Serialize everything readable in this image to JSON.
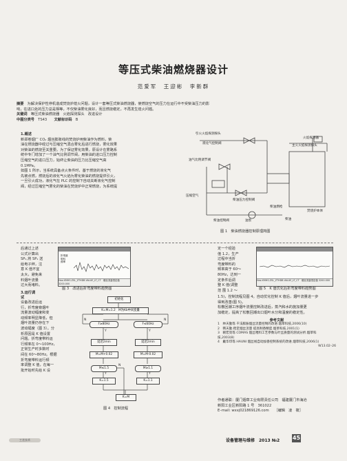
{
  "title": "等压式柴油燃烧器设计",
  "authors": "范爱军　王迎彬　李新群",
  "abstract": {
    "label": "摘要",
    "line1": "为解决保护性停机造成焚烧炉熄火问题，设计一套等压式柴油燃烧器，使燃烧空气的压力在运行中不受柴油压力的影",
    "line2": "响，在进口处的压力总是相等，不仅柴油雾化良好，而且燃烧稳定，不再发生熄火问题。"
  },
  "keywords": {
    "label": "关键词",
    "text": "等压式柴油燃烧器　火焰探测探头　改进设计"
  },
  "classification": {
    "label": "中图分类号",
    "code": "TS43",
    "doc_label": "文献标识码",
    "doc_code": "B"
  },
  "section1": {
    "heading": "1.概述",
    "p1": [
      "新郑卷烟厂 CO₂ 烟丝膨胀线的焚烧炉用柴油作为燃料，柴",
      "油在燃烧器中经过与压缩空气混合雾化后进行燃烧，雾化效果",
      "对柴油的燃烧至关重要。为了保证雾化效果，原设计在雾路系",
      "统中专门增加了一个油气比例调节阀，用柴油的进口压力控制",
      "压缩空气的进口压力，始终让柴油的压力比压缩空气高",
      "0.1MPa。"
    ],
    "p2": [
      "如图 1 所示，当系统具备点火条件时，基于燃烧的液化气",
      "先被点燃，燃烧后的液化气火焰为雾化柴油的燃烧提供引火，",
      "一旦引火成功，液化气在 PLC 的控制下自动关断液化气控制",
      "阀，经过压缩空气雾化的柴油在焚烧炉中正常燃烧，为系统提"
    ]
  },
  "fig1": {
    "caption": "图 1　柴油燃烧器控制原理简图",
    "labels": {
      "flame_probe_left": "引火火焰探测探头",
      "gas_control_valve": "液化气控制阀",
      "flame_probe_right": "火焰探测器",
      "main_probe": "主火火焰探测探头",
      "oil_gas_ratio_valve": "油气比例调节阀",
      "compressed_air": "压缩空气",
      "diesel_pressure_valve": "柴油压力控制阀",
      "oil_pump": "油泵",
      "diesel_control_valve": "柴油控制阀",
      "diesel_gun": "柴油燃枪",
      "incinerator_body": "焚烧炉本体",
      "diesel": "柴油"
    }
  },
  "col_left": {
    "lines": [
      "后通过上述",
      "公式计算出",
      "SP₁,将 SP₁ 送",
      "给电子秤，注",
      "意 K 值不宜",
      "太大，避免来",
      "料烟叶流量",
      "过大而堵料。"
    ],
    "sub_heading": "3.运行调",
    "sub_heading2": "试",
    "lines2": [
      "设备改进后运",
      "行，折弯度旁烟叶",
      "流量波动幅度和变",
      "动频率明显降低，但",
      "烟叶流量仍存在下",
      "波动幅度（图 3）。分",
      "析原因是 K 值设置",
      "问题。折弯度带料运",
      "行频率在 0～100Hz，",
      "正常生产时多数时",
      "间在 60～80Hz。根据",
      "折弯度带料运行频",
      "率调整 K 值，在每一",
      "批开始时先给 K 设"
    ]
  },
  "fig3": {
    "caption": "图 3　改进后折弯度带料趋势图",
    "panel_label": [
      "折弯度",
      "带料",
      "频率"
    ],
    "footer": "Has:XMHS.ZSL_ZTHDB.VALUE_LT_CT　烟丝流量恒定值 3200.000"
  },
  "fig4": {
    "caption": "图 4　控制流程",
    "nodes": {
      "start": "初始化",
      "init": "K=M=1.2　M为Kb中间变量",
      "cond1": "F≥80Hz",
      "cond2": "F≤60Hz",
      "delay1": "延迟2min",
      "delay2": "延迟2min",
      "calc1": "M=M+0.02",
      "calc2": "M=M-0.02",
      "check1": "M≤1.5",
      "check2": "M≥1.1",
      "assign1": "K=1.5",
      "assign2": "K=1.1",
      "assign3": "K=M",
      "yes": "Y",
      "no": "N"
    }
  },
  "col_right": {
    "lines": [
      "定一个经验",
      "值 1.2，生产",
      "过程中当折",
      "弯度带料的",
      "频率高于 60～",
      "80Hz，达到一",
      "定条件后调",
      "整 K 值(调整",
      "范 围 1.2 ～"
    ],
    "p2": [
      "1.5)，控制流程见图 4。自动优化控制 K 值后，烟叶流量进一步",
      "得到改善(图 5)。"
    ],
    "p3": [
      "松散回潮工序烟叶流量控制改进后，蒸汽和水的施加量更",
      "加稳定，提高了松散回潮出口烟叶水分和温度的稳定性。"
    ]
  },
  "fig5": {
    "caption": "图 5　K 值优化后折弯度带料趋势图",
    "footer": "Has:XMHS.ZSL_ZTHDB.VALUE_LT_CT　烟丝流量恒定值 3200.000"
  },
  "references": {
    "heading": "参考文献",
    "items": [
      "1　林天勤等.干法膨胀烟丝流量控制的改进.烟草科技,2006(10)",
      "2　韩天勤.稳定烟丝流量 提高制香精度.烟草科技,2001(1)",
      "3　赖宏亮等.COMAS 烟丝喂料工艺参数与叶丝质量的测试分析.烟草科",
      "技,2003(8)",
      "4　戴华印等.HAUNI 烟丝线自动加香控制系统的改进.烟草科技,2006(1)"
    ],
    "code": "W13.02–26"
  },
  "author_info": {
    "line1": "作者通联：厦门烟草工业有限责任公司　福建厦门市海沧",
    "line2": "新阳工业区新阳路 1 号　361022",
    "line3": "E–mail: wxxj021869126.com",
    "editor": "［编辑　凌　筱］"
  },
  "footer": {
    "section_pill": "工艺技术",
    "magazine": "设备管理与维修　2013 №2",
    "page": "45"
  },
  "colors": {
    "background": "#f2f0ec",
    "text": "#222222",
    "figure_frame": "#444444"
  }
}
